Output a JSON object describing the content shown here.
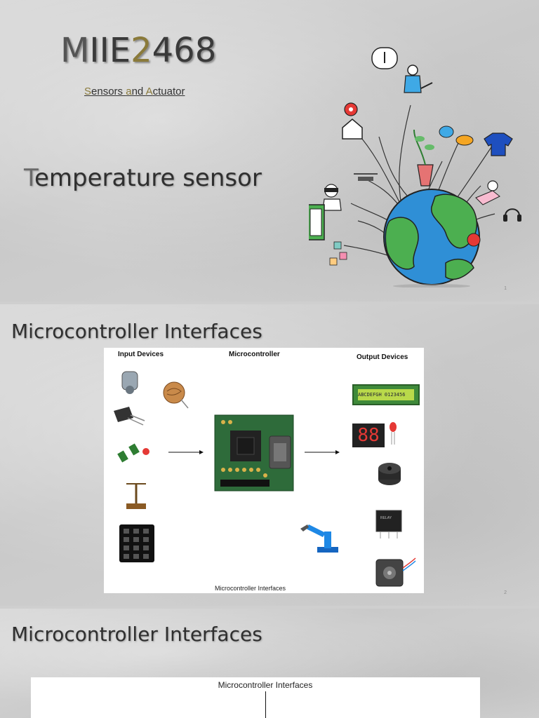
{
  "slide1": {
    "course_parts": {
      "p1": "M",
      "p2": "IIE",
      "p3": "2",
      "p4": "468"
    },
    "subtitle_parts": {
      "p1": "S",
      "p2": "ensors ",
      "p3": "a",
      "p4": "nd ",
      "p5": "A",
      "p6": "ctuator"
    },
    "topic_parts": {
      "p1": "T",
      "p2": "emperature sensor"
    },
    "slide_number": "1"
  },
  "slide2": {
    "heading": "Microcontroller Interfaces",
    "input_label": "Input Devices",
    "micro_label": "Microcontroller",
    "output_label": "Output Devices",
    "caption": "Microcontroller Interfaces",
    "lcd_text": "ABCDEFGH 0123456",
    "seg_text": "88",
    "slide_number": "2"
  },
  "slide3": {
    "heading": "Microcontroller Interfaces",
    "panel_title": "Microcontroller Interfaces"
  }
}
